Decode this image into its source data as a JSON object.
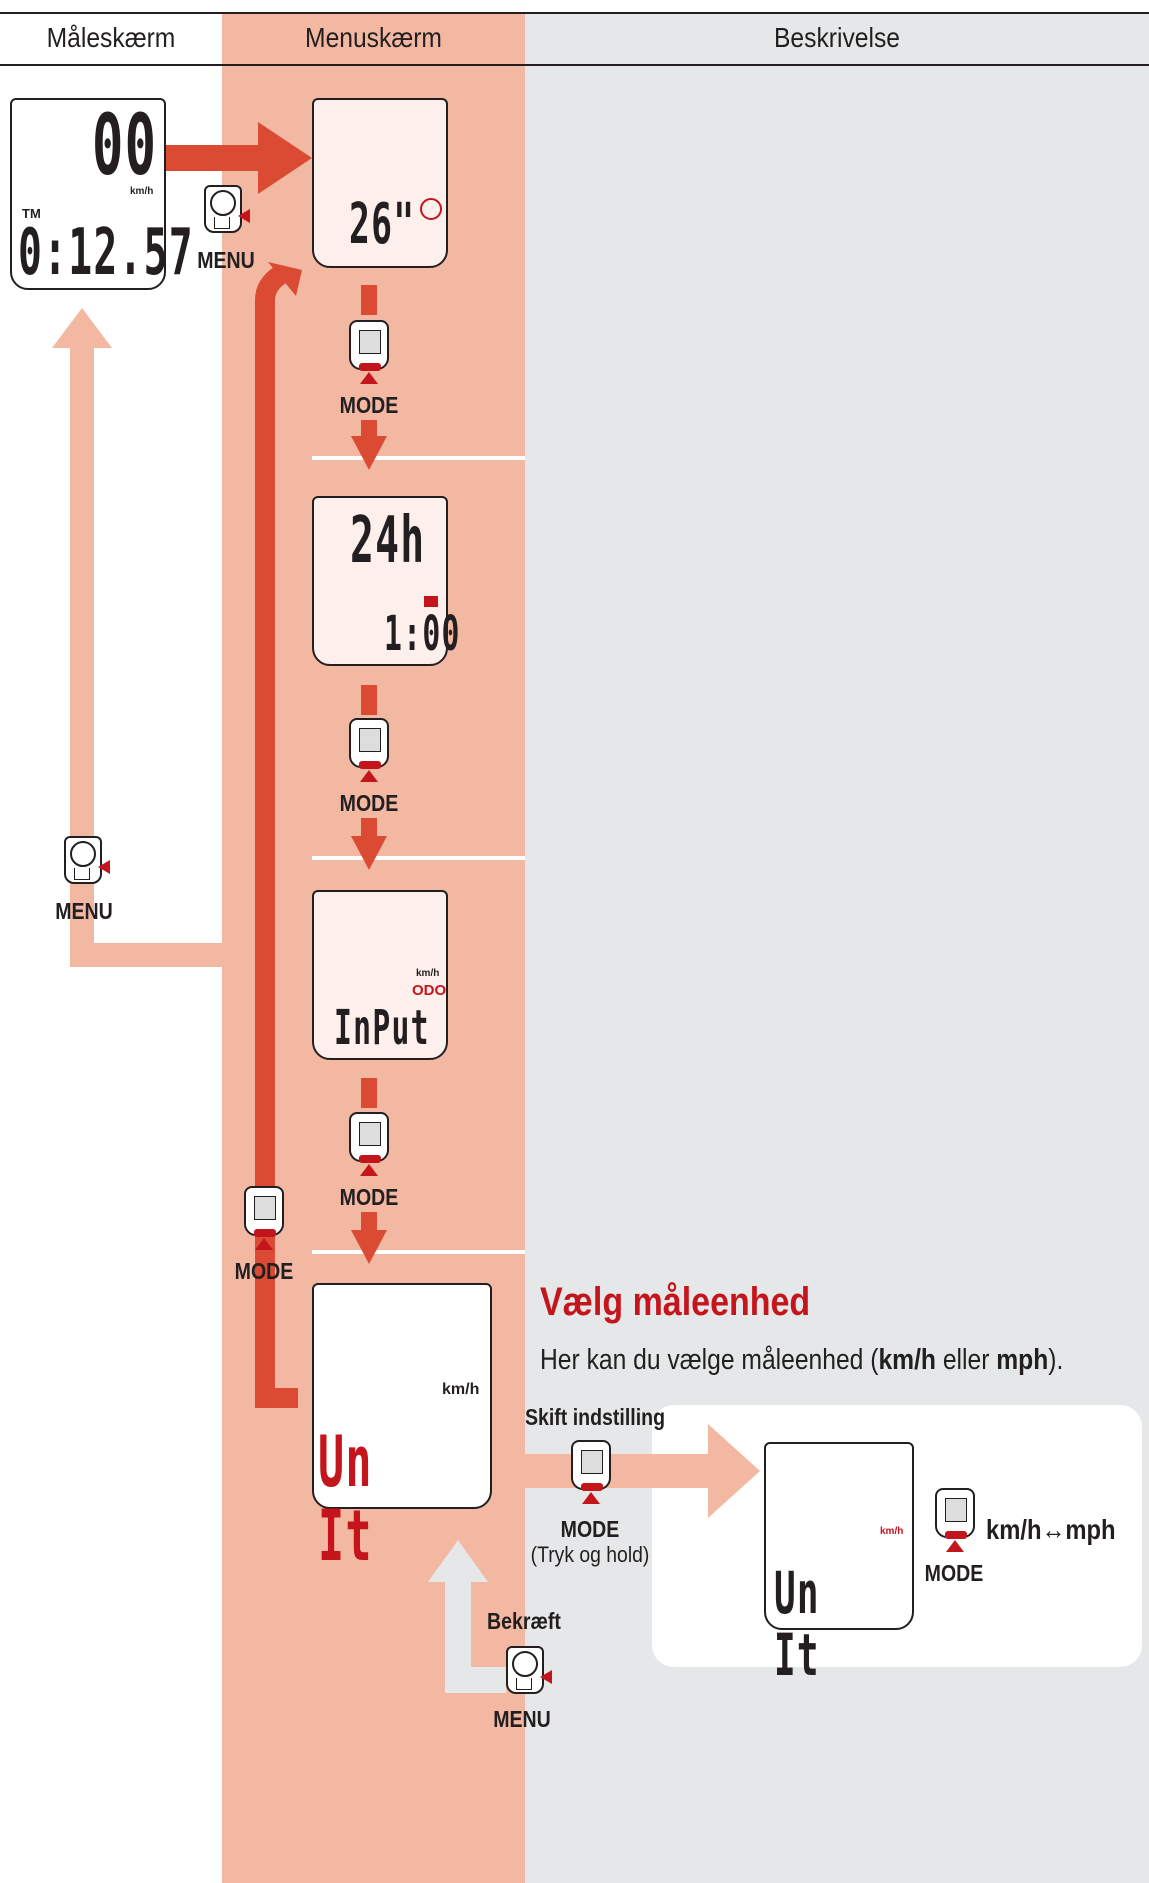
{
  "headers": {
    "col1": "Måleskærm",
    "col2": "Menuskærm",
    "col3": "Beskrivelse"
  },
  "measure_screen": {
    "speed": "00",
    "unit": "km/h",
    "tm_label": "TM",
    "time": "0:12.57"
  },
  "buttons": {
    "menu": "MENU",
    "mode": "MODE"
  },
  "screens": {
    "tire": {
      "value": "26\""
    },
    "clock": {
      "top": "24h",
      "bottom": "1:00"
    },
    "input": {
      "unit": "km/h",
      "odo": "ODO",
      "text": "InPut"
    },
    "unit": {
      "unit": "km/h",
      "text": "Un It"
    },
    "unit_alt": {
      "unit": "km/h",
      "text": "Un It"
    }
  },
  "description": {
    "title": "Vælg måleenhed",
    "text_pre": "Her kan du vælge måleenhed (",
    "opt1": "km/h",
    "text_mid": " eller ",
    "opt2": "mph",
    "text_post": ").",
    "change_label": "Skift indstilling",
    "hold_label": "(Tryk og hold)",
    "confirm_label": "Bekræft",
    "toggle_label": "km/h↔mph"
  },
  "colors": {
    "red": "#c4141c",
    "arrow_dark": "#db4a32",
    "arrow_light": "#f2b8a2",
    "arrow_grey": "#e6e7e8"
  }
}
